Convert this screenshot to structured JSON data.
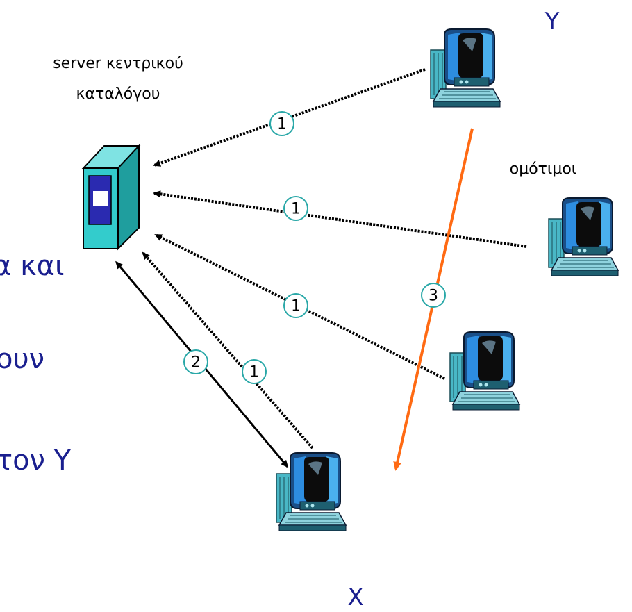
{
  "server_label_line1": "server κεντρικού",
  "server_label_line2": "καταλόγου",
  "peers_label": "ομότιμοι",
  "node_y_label": "Y",
  "node_x_label": "X",
  "cut_text_1": "α και",
  "cut_text_2": "ουν",
  "cut_text_3": "τον Y",
  "steps": {
    "query_y": "1",
    "query_peer2": "1",
    "query_peer3": "1",
    "query_x": "1",
    "lookup_x": "2",
    "transfer": "3"
  },
  "colors": {
    "dotted_arrow": "#000000",
    "lookup_arrow": "#000000",
    "transfer_arrow": "#ff6a13",
    "server_body": "#33cccc",
    "server_panel": "#2a2ab0",
    "step_ring": "#2aa8a8"
  },
  "icons": [
    "server-icon",
    "computer-icon"
  ]
}
